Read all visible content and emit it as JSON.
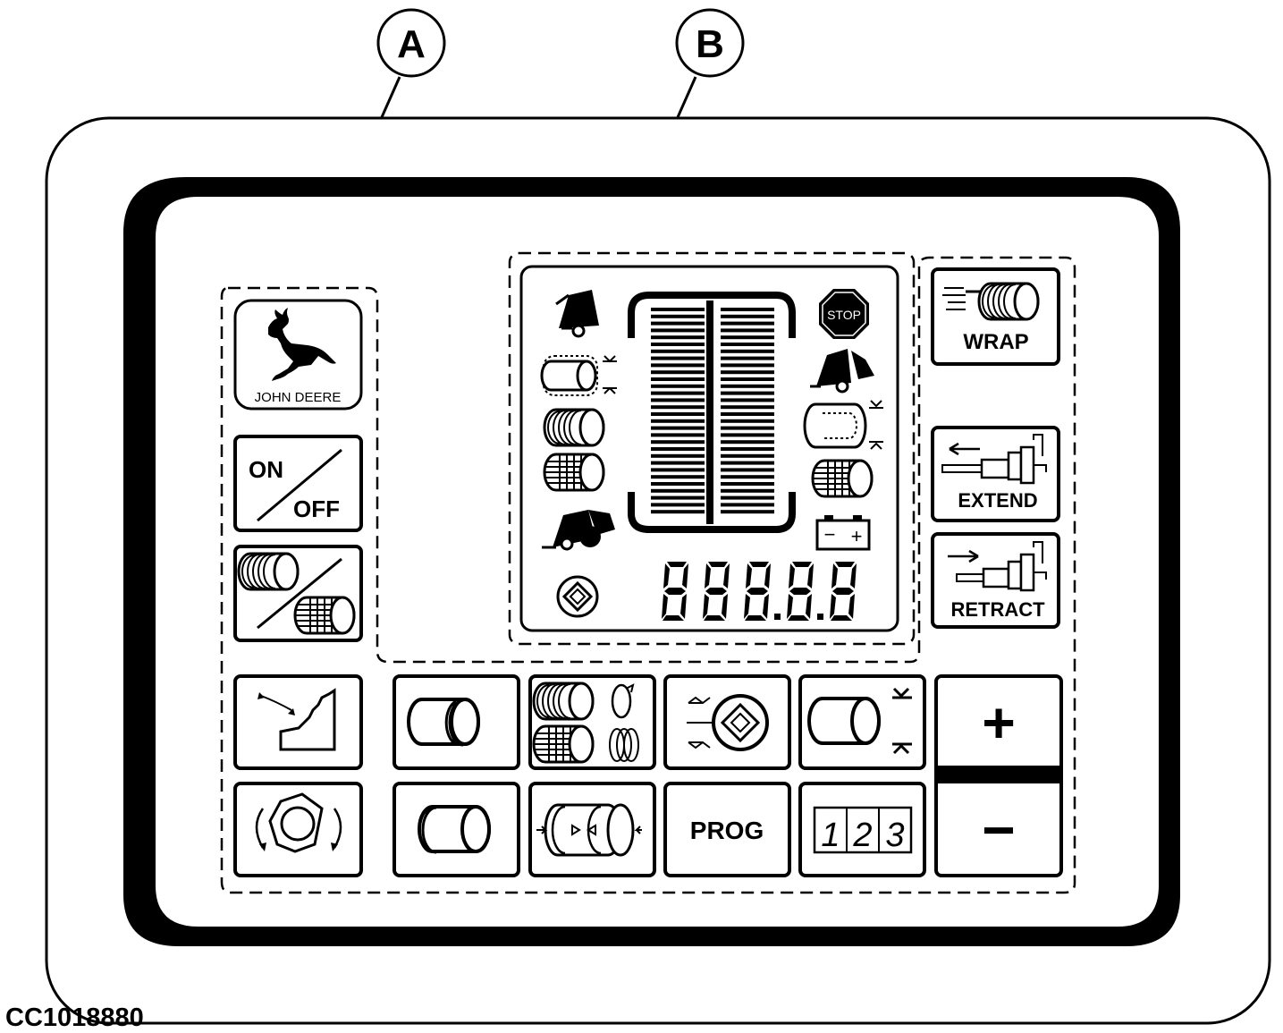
{
  "callouts": {
    "a": "A",
    "b": "B"
  },
  "logo": {
    "text": "JOHN DEERE"
  },
  "buttons": {
    "on": "ON",
    "off": "OFF",
    "wrap": "WRAP",
    "extend": "EXTEND",
    "retract": "RETRACT",
    "prog": "PROG",
    "plus": "+",
    "minus": "−",
    "counter_digits": [
      "1",
      "2",
      "3"
    ]
  },
  "display": {
    "stop_text": "STOP",
    "seven_segment": "888.8.8",
    "battery_minus": "−",
    "battery_plus": "+"
  },
  "icons": {
    "logo": "john-deere-deer-icon",
    "bale_size": "bale-size-icon",
    "ramp": "ramp-adjust-icon",
    "rotor": "rotor-icon",
    "twine_net": "twine-net-icon",
    "knife": "knife-icon",
    "density": "density-icon",
    "stop": "stop-sign-icon",
    "battery": "battery-icon"
  },
  "figure_id": "CC1018880"
}
